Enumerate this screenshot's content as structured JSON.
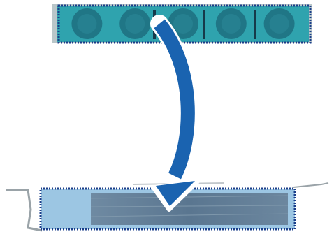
{
  "figure": {
    "top_filter_strip": {
      "cell_count": 5,
      "frame_color": "#1a3e8a",
      "fill_color": "#2fa3ae",
      "cell_color": "#1d6f7f",
      "style": "dotted-outline"
    },
    "bottom_slot": {
      "frame_color": "#1a3e8a",
      "fill_color": "#9cc6e3",
      "inner_panel_color": "#5d7890",
      "style": "dotted-outline"
    },
    "arrow": {
      "direction": "down",
      "color": "#1a63b0",
      "outline_color": "#ffffff",
      "meaning": "move-strip-into-slot"
    }
  }
}
